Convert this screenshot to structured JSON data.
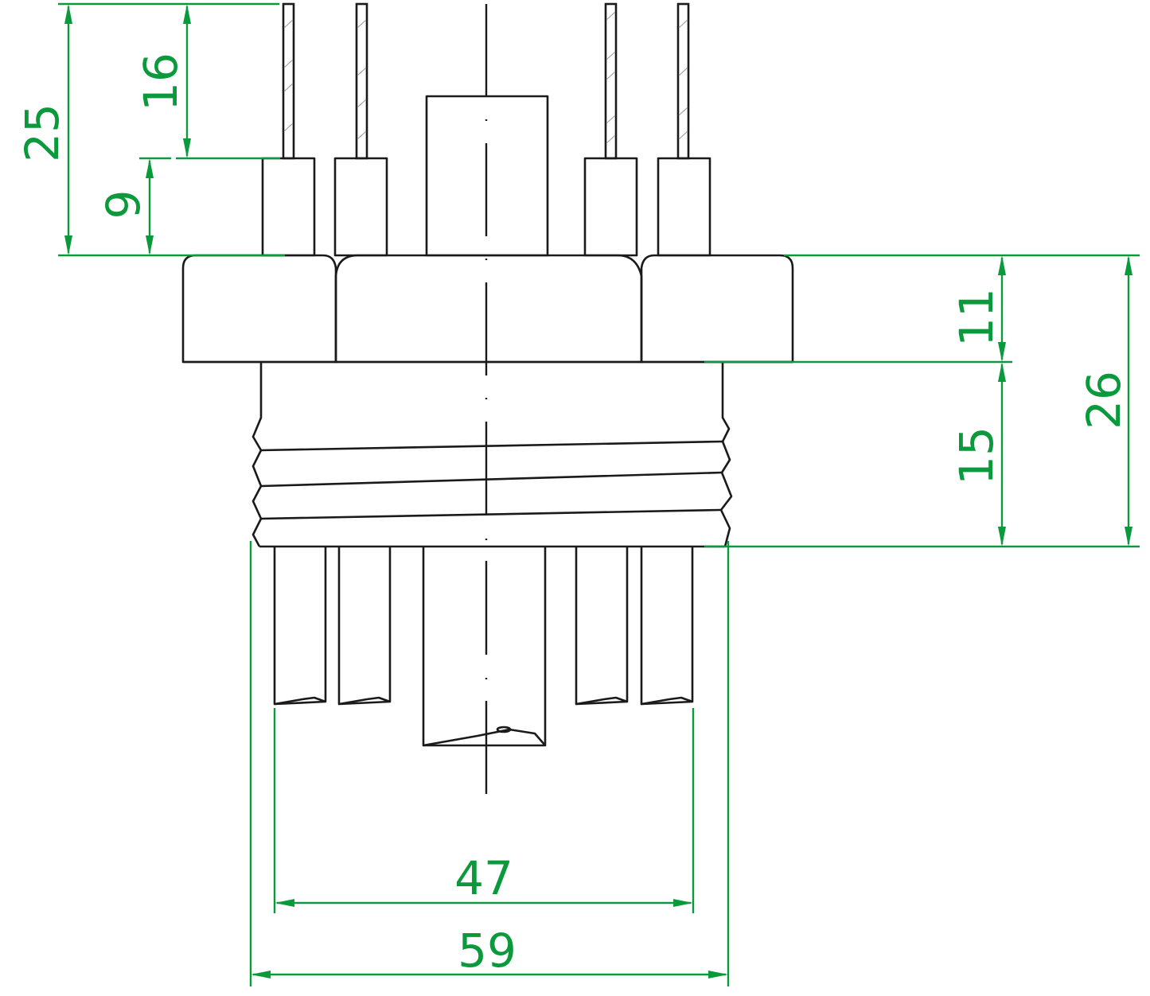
{
  "drawing": {
    "type": "technical dimension drawing",
    "subject": "threaded connector / pressure fitting with pins",
    "units": "mm",
    "colors": {
      "outline": "#1a1a1a",
      "dimension": "#0a9a3c",
      "background": "#ffffff"
    }
  },
  "dimensions": {
    "pin_total_height": {
      "label": "25",
      "value": 25,
      "orientation": "vertical"
    },
    "pin_exposed_length": {
      "label": "16",
      "value": 16,
      "orientation": "vertical"
    },
    "pin_socket_height": {
      "label": "9",
      "value": 9,
      "orientation": "vertical"
    },
    "hex_height": {
      "label": "11",
      "value": 11,
      "orientation": "vertical"
    },
    "thread_height": {
      "label": "15",
      "value": 15,
      "orientation": "vertical"
    },
    "body_total_height": {
      "label": "26",
      "value": 26,
      "orientation": "vertical"
    },
    "pin_span_width": {
      "label": "47",
      "value": 47,
      "orientation": "horizontal"
    },
    "thread_diameter": {
      "label": "59",
      "value": 59,
      "orientation": "horizontal"
    }
  }
}
